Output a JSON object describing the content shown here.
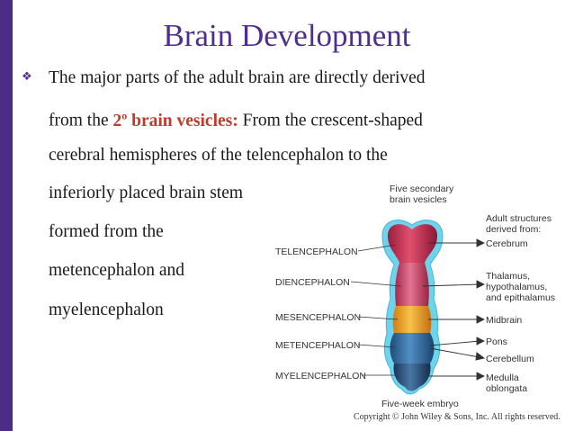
{
  "slide": {
    "title": "Brain Development",
    "bullet_icon": "diamond-bullet-icon",
    "lines": {
      "l1": "The major parts of the adult brain are directly derived",
      "l2_pre": "from the ",
      "l2_hl": "2",
      "l2_sup": "o",
      "l2_hl2": " brain vesicles:",
      "l2_post": "  From the crescent-shaped",
      "l3": "cerebral hemispheres of the telencephalon to the",
      "l4": "inferiorly placed brain stem",
      "l5": "formed from the",
      "l6": "metencephalon and",
      "l7": "myelencephalon"
    },
    "accent_color": "#4e2f8f",
    "highlight_color": "#c0392b"
  },
  "figure": {
    "header_left_1": "Five secondary",
    "header_left_2": "brain vesicles",
    "header_right_1": "Adult structures",
    "header_right_2": "derived from:",
    "vesicles": {
      "telencephalon": "TELENCEPHALON",
      "diencephalon": "DIENCEPHALON",
      "mesencephalon": "MESENCEPHALON",
      "metencephalon": "METENCEPHALON",
      "myelencephalon": "MYELENCEPHALON"
    },
    "structures": {
      "cerebrum": "Cerebrum",
      "thalamus_1": "Thalamus,",
      "thalamus_2": "hypothalamus,",
      "thalamus_3": "and epithalamus",
      "midbrain": "Midbrain",
      "pons": "Pons",
      "cerebellum": "Cerebellum",
      "medulla_1": "Medulla",
      "medulla_2": "oblongata"
    },
    "caption": "Five-week embryo"
  },
  "copyright": "Copyright © John Wiley & Sons, Inc. All rights reserved."
}
